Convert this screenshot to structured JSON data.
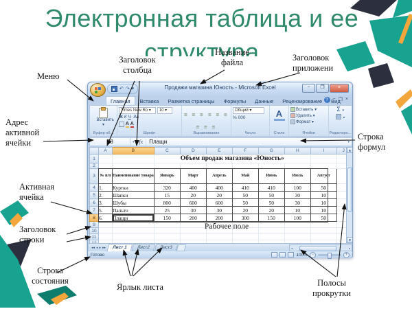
{
  "slide": {
    "title_line1": "Электронная таблица и ее",
    "title_line2": "структура"
  },
  "theme": {
    "title_green": "#2e8a6a",
    "teal": "#18a290",
    "navy": "#2b2f3e",
    "orange": "#f3a63b",
    "close_red": "#cf5b44"
  },
  "callouts": {
    "menu": "Меню",
    "column_header": [
      "Заголовок",
      "столбца"
    ],
    "file_name": [
      "Название",
      "файла"
    ],
    "app_header": [
      "Заголовок",
      "приложени"
    ],
    "cell_address": [
      "Адрес",
      "активной",
      "ячейки"
    ],
    "active_cell": [
      "Активная",
      "ячейка"
    ],
    "row_header": [
      "Заголовок",
      "строки"
    ],
    "status_bar": [
      "Строка",
      "состояния"
    ],
    "sheet_tab": "Ярлык листа",
    "formula_bar": [
      "Строка",
      "формул"
    ],
    "scrollbars": [
      "Полосы",
      "прокрутки"
    ]
  },
  "excel": {
    "window_title": "Продажи магазина Юность - Microsoft Excel",
    "window_buttons": {
      "minimize": "−",
      "restore": "❐",
      "close": "×"
    },
    "quick_access": {
      "undo": "↶",
      "redo": "↷",
      "dropdown": "▾"
    },
    "ribbon": {
      "tabs": [
        "Главная",
        "Вставка",
        "Разметка страницы",
        "Формулы",
        "Данные",
        "Рецензирование",
        "Вид"
      ],
      "active_index": 0,
      "help": "?"
    },
    "groups": {
      "clipboard": {
        "label": "Буфер об...",
        "paste": "Вставить",
        "dropdown": "▾"
      },
      "font": {
        "label": "Шрифт",
        "name": "Times New Ro",
        "size": "10",
        "bold": "Ж",
        "italic": "К",
        "underline": "Ч",
        "grow": "А",
        "shrink": "А",
        "color_letter": "А",
        "fill_letter": "А",
        "dropdown": "▾"
      },
      "alignment": {
        "label": "Выравнивание",
        "bars": "≡ ≡ ≡"
      },
      "number": {
        "label": "Число",
        "format": "Общий",
        "percent": "%",
        "thousands": "000",
        "dropdown": "▾"
      },
      "styles": {
        "label": "Стили",
        "icon_letter": "А",
        "dropdown": "▾"
      },
      "cells": {
        "label": "Ячейки",
        "insert": "Вставить",
        "delete": "Удалить",
        "format": "Формат",
        "dropdown": "▾"
      },
      "editing": {
        "label": "Редактиро...",
        "sum": "Σ",
        "dropdown": "▾"
      }
    },
    "formula_bar": {
      "name_box": "B8",
      "fx": "fx",
      "value": "Плащи",
      "dropdown": "▾"
    },
    "grid": {
      "columns": [
        "A",
        "B",
        "C",
        "D",
        "E",
        "F",
        "G",
        "H",
        "I",
        "J"
      ],
      "rows": [
        "1",
        "2",
        "3",
        "4",
        "5",
        "6",
        "7",
        "8",
        "9",
        "10",
        "11",
        "12"
      ],
      "highlight_column": "B",
      "highlight_row": "8",
      "title": "Объем продаж магазина «Юность»",
      "work_area": "Рабочее поле",
      "table": {
        "headers": [
          "№ п/п",
          "Наименование товара",
          "Январь",
          "Март",
          "Апрель",
          "Май",
          "Июнь",
          "Июль",
          "Август"
        ],
        "rows": [
          [
            "1.",
            "Куртки",
            "320",
            "400",
            "400",
            "410",
            "410",
            "100",
            "50"
          ],
          [
            "2.",
            "Шапки",
            "15",
            "20",
            "20",
            "50",
            "50",
            "30",
            "10"
          ],
          [
            "3.",
            "Шубы",
            "800",
            "600",
            "600",
            "50",
            "50",
            "30",
            "10"
          ],
          [
            "5.",
            "Пальто",
            "25",
            "30",
            "30",
            "20",
            "20",
            "10",
            "10"
          ],
          [
            "6.",
            "Плащи",
            "150",
            "200",
            "200",
            "300",
            "150",
            "100",
            "50"
          ]
        ]
      }
    },
    "sheet_bar": {
      "nav_first": "◂◂",
      "nav_prev": "◂",
      "nav_next": "▸",
      "nav_last": "▸▸",
      "tabs": [
        "Лист 1",
        "Лист2",
        "Лист3"
      ]
    },
    "status_bar": {
      "ready": "Готово",
      "zoom": "100%",
      "minus": "−",
      "plus": "+"
    }
  }
}
